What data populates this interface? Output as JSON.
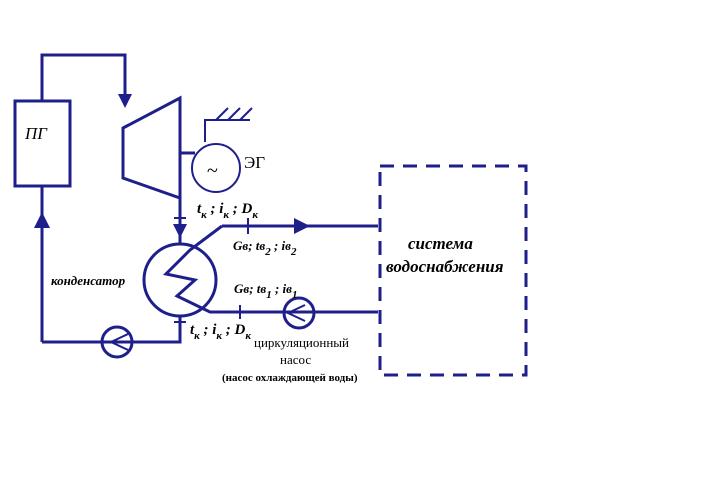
{
  "labels": {
    "pg": "ПГ",
    "eg": "ЭГ",
    "tilde": "~",
    "condenser": "конденсатор",
    "system_line1": "система",
    "system_line2": "водоснабжения",
    "pump_line1": "циркуляционный",
    "pump_line2": "насос",
    "pump_line3": "(насос охлаждающей воды)",
    "params_top": {
      "t": "t",
      "tsub": "к",
      "sep1": " ; i",
      "isub": "к",
      "sep2": " ; D",
      "dsub": "к"
    },
    "params_bottom": {
      "t": "t",
      "tsub": "к",
      "sep1": " ; i",
      "isub": "к",
      "sep2": " ; D",
      "dsub": "к"
    },
    "water_out": {
      "g": "Gв; tв",
      "sub1": "2",
      "mid": " ; iв",
      "sub2": "2"
    },
    "water_in": {
      "g": "Gв; tв",
      "sub1": "1",
      "mid": " ; iв",
      "sub2": "1"
    }
  },
  "colors": {
    "line": "#1f1f8c",
    "dashed_box": "#1f1f8c",
    "text": "#000000"
  }
}
